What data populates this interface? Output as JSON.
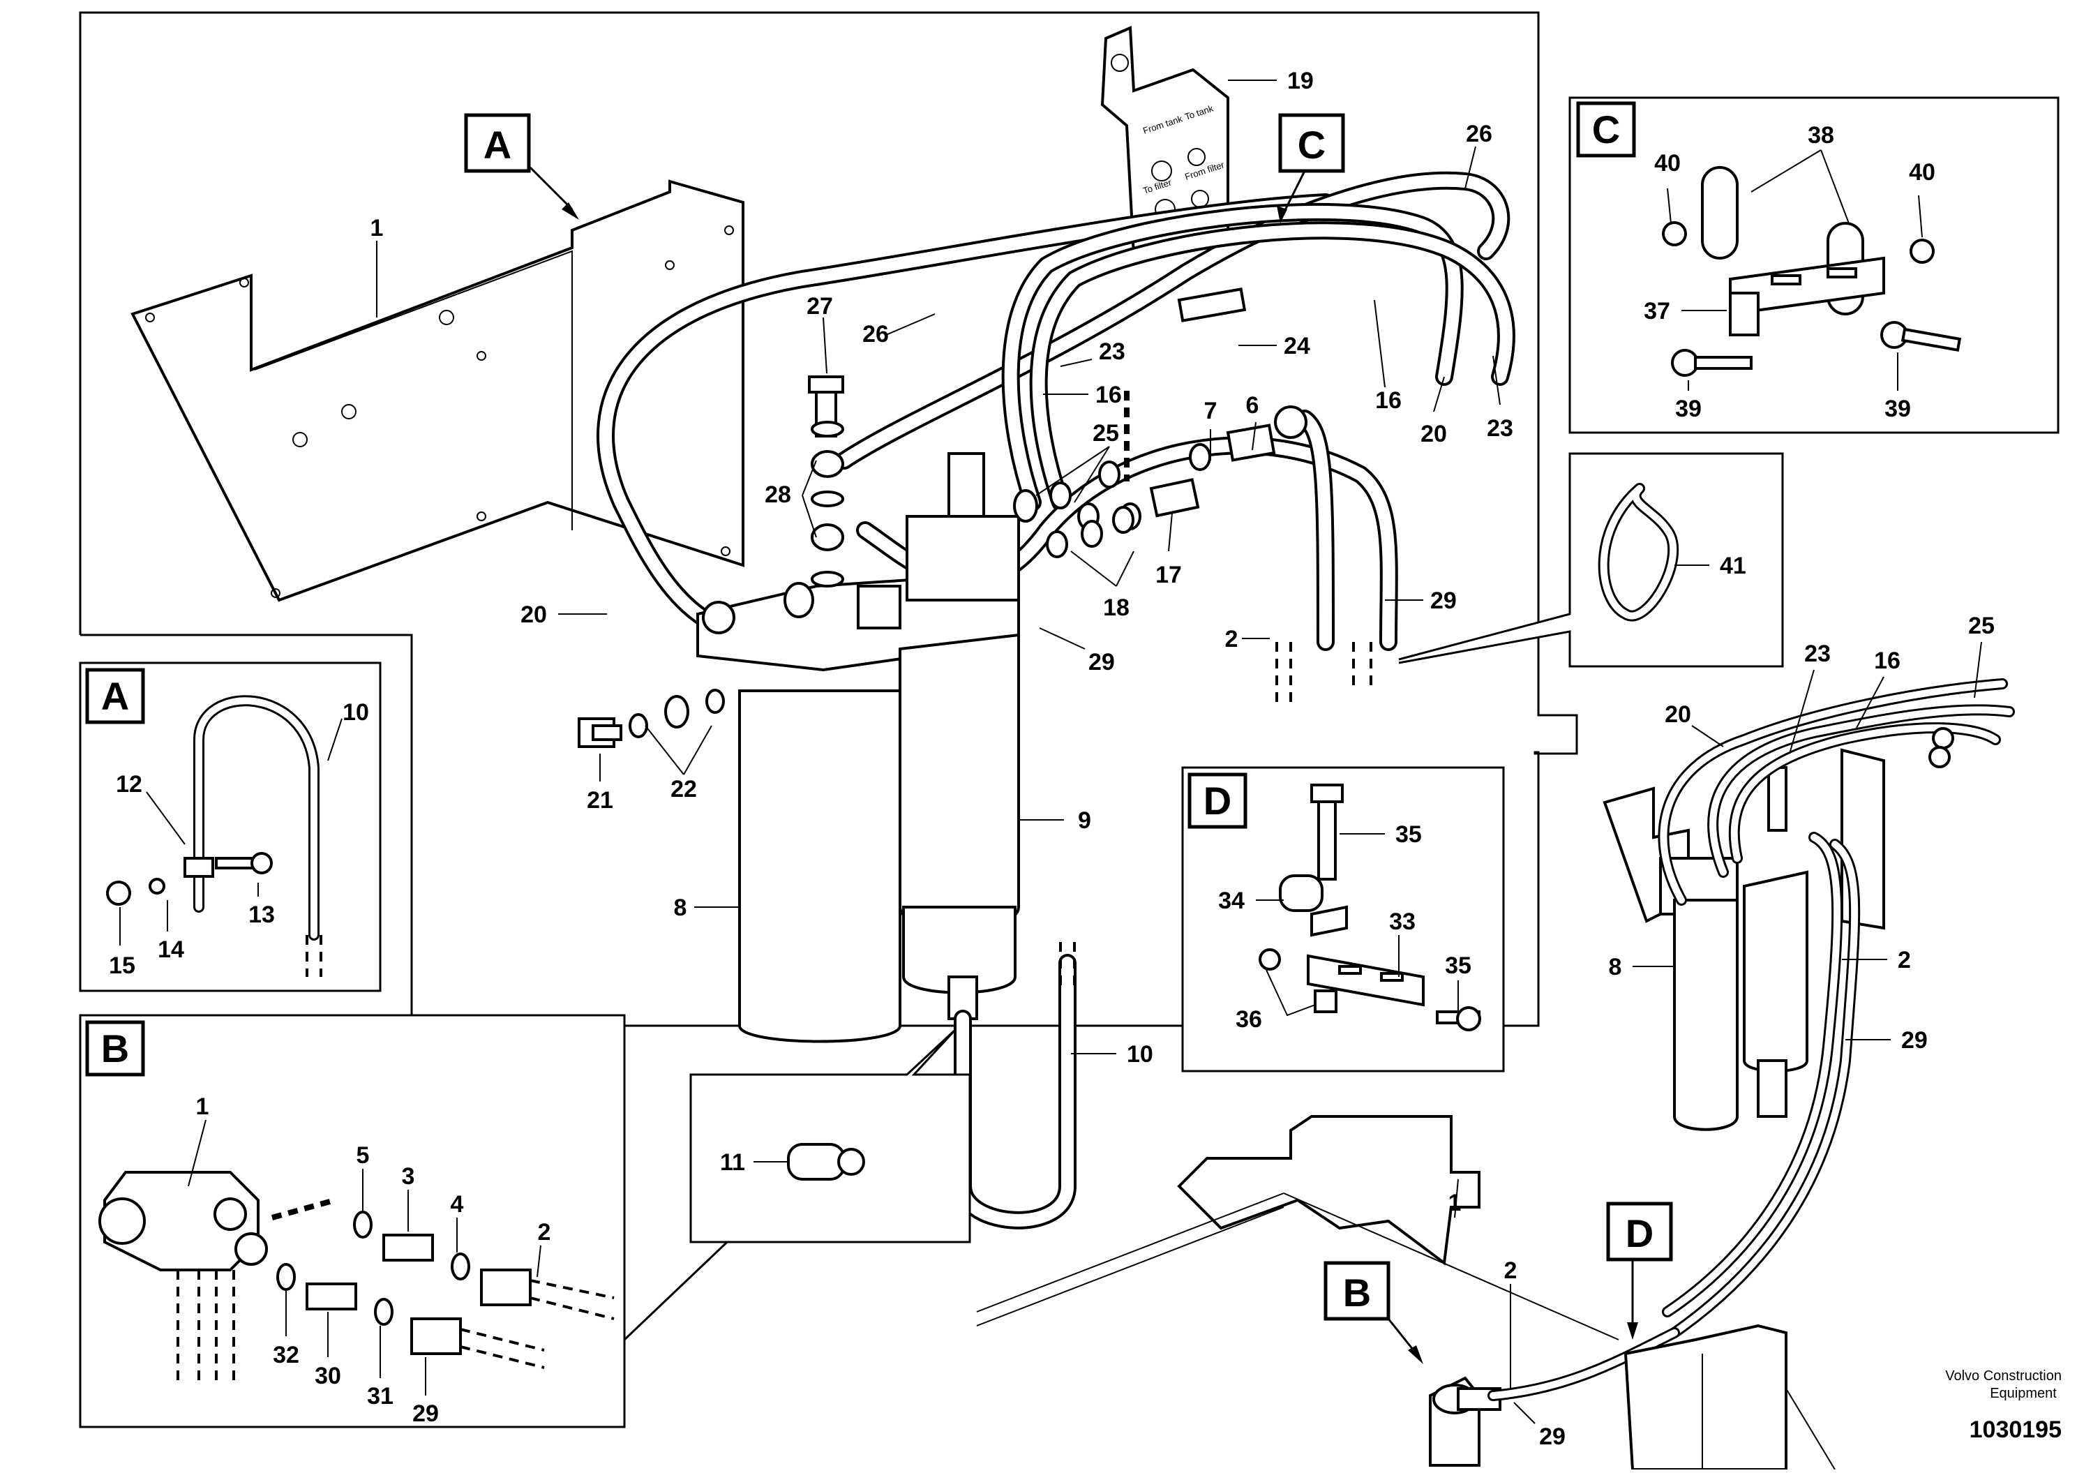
{
  "title_block": {
    "maker_line1": "Volvo Construction",
    "maker_line2": "Equipment",
    "drawing_number": "1030195"
  },
  "bracket_19_labels": {
    "from_tank": "From tank",
    "to_tank": "To tank",
    "to_filter": "To filter",
    "from_filter": "From filter"
  },
  "detail_letters": {
    "A_main": "A",
    "C_main": "C",
    "A_box": "A",
    "B_box": "B",
    "C_box": "C",
    "D_box": "D",
    "B_overview": "B",
    "D_overview": "D"
  },
  "main_callouts": {
    "p1": "1",
    "p19": "19",
    "p26a": "26",
    "p26b": "26",
    "p27": "27",
    "p23a": "23",
    "p24": "24",
    "p16a": "16",
    "p16b": "16",
    "p20a": "20",
    "p23b": "23",
    "p7": "7",
    "p6": "6",
    "p25": "25",
    "p28": "28",
    "p17": "17",
    "p18": "18",
    "p20b": "20",
    "p29a": "29",
    "p2": "2",
    "p29b": "29",
    "p21": "21",
    "p22": "22",
    "p9": "9",
    "p8": "8",
    "p10": "10"
  },
  "detail_a_callouts": {
    "p10": "10",
    "p12": "12",
    "p13": "13",
    "p14": "14",
    "p15": "15"
  },
  "detail_b_callouts": {
    "p1": "1",
    "p5": "5",
    "p3": "3",
    "p4": "4",
    "p2": "2",
    "p32": "32",
    "p30": "30",
    "p31": "31",
    "p29": "29"
  },
  "detail_c_callouts": {
    "p40a": "40",
    "p38": "38",
    "p40b": "40",
    "p37": "37",
    "p39a": "39",
    "p39b": "39"
  },
  "detail_d_callouts": {
    "p35a": "35",
    "p34": "34",
    "p33": "33",
    "p35b": "35",
    "p36": "36"
  },
  "tie_callouts": {
    "p41": "41"
  },
  "clamp_callouts": {
    "p11": "11"
  },
  "overview_callouts": {
    "p23": "23",
    "p16": "16",
    "p25": "25",
    "p20": "20",
    "p8": "8",
    "p2a": "2",
    "p29a": "29",
    "p1": "1",
    "p2b": "2",
    "p29b": "29"
  }
}
